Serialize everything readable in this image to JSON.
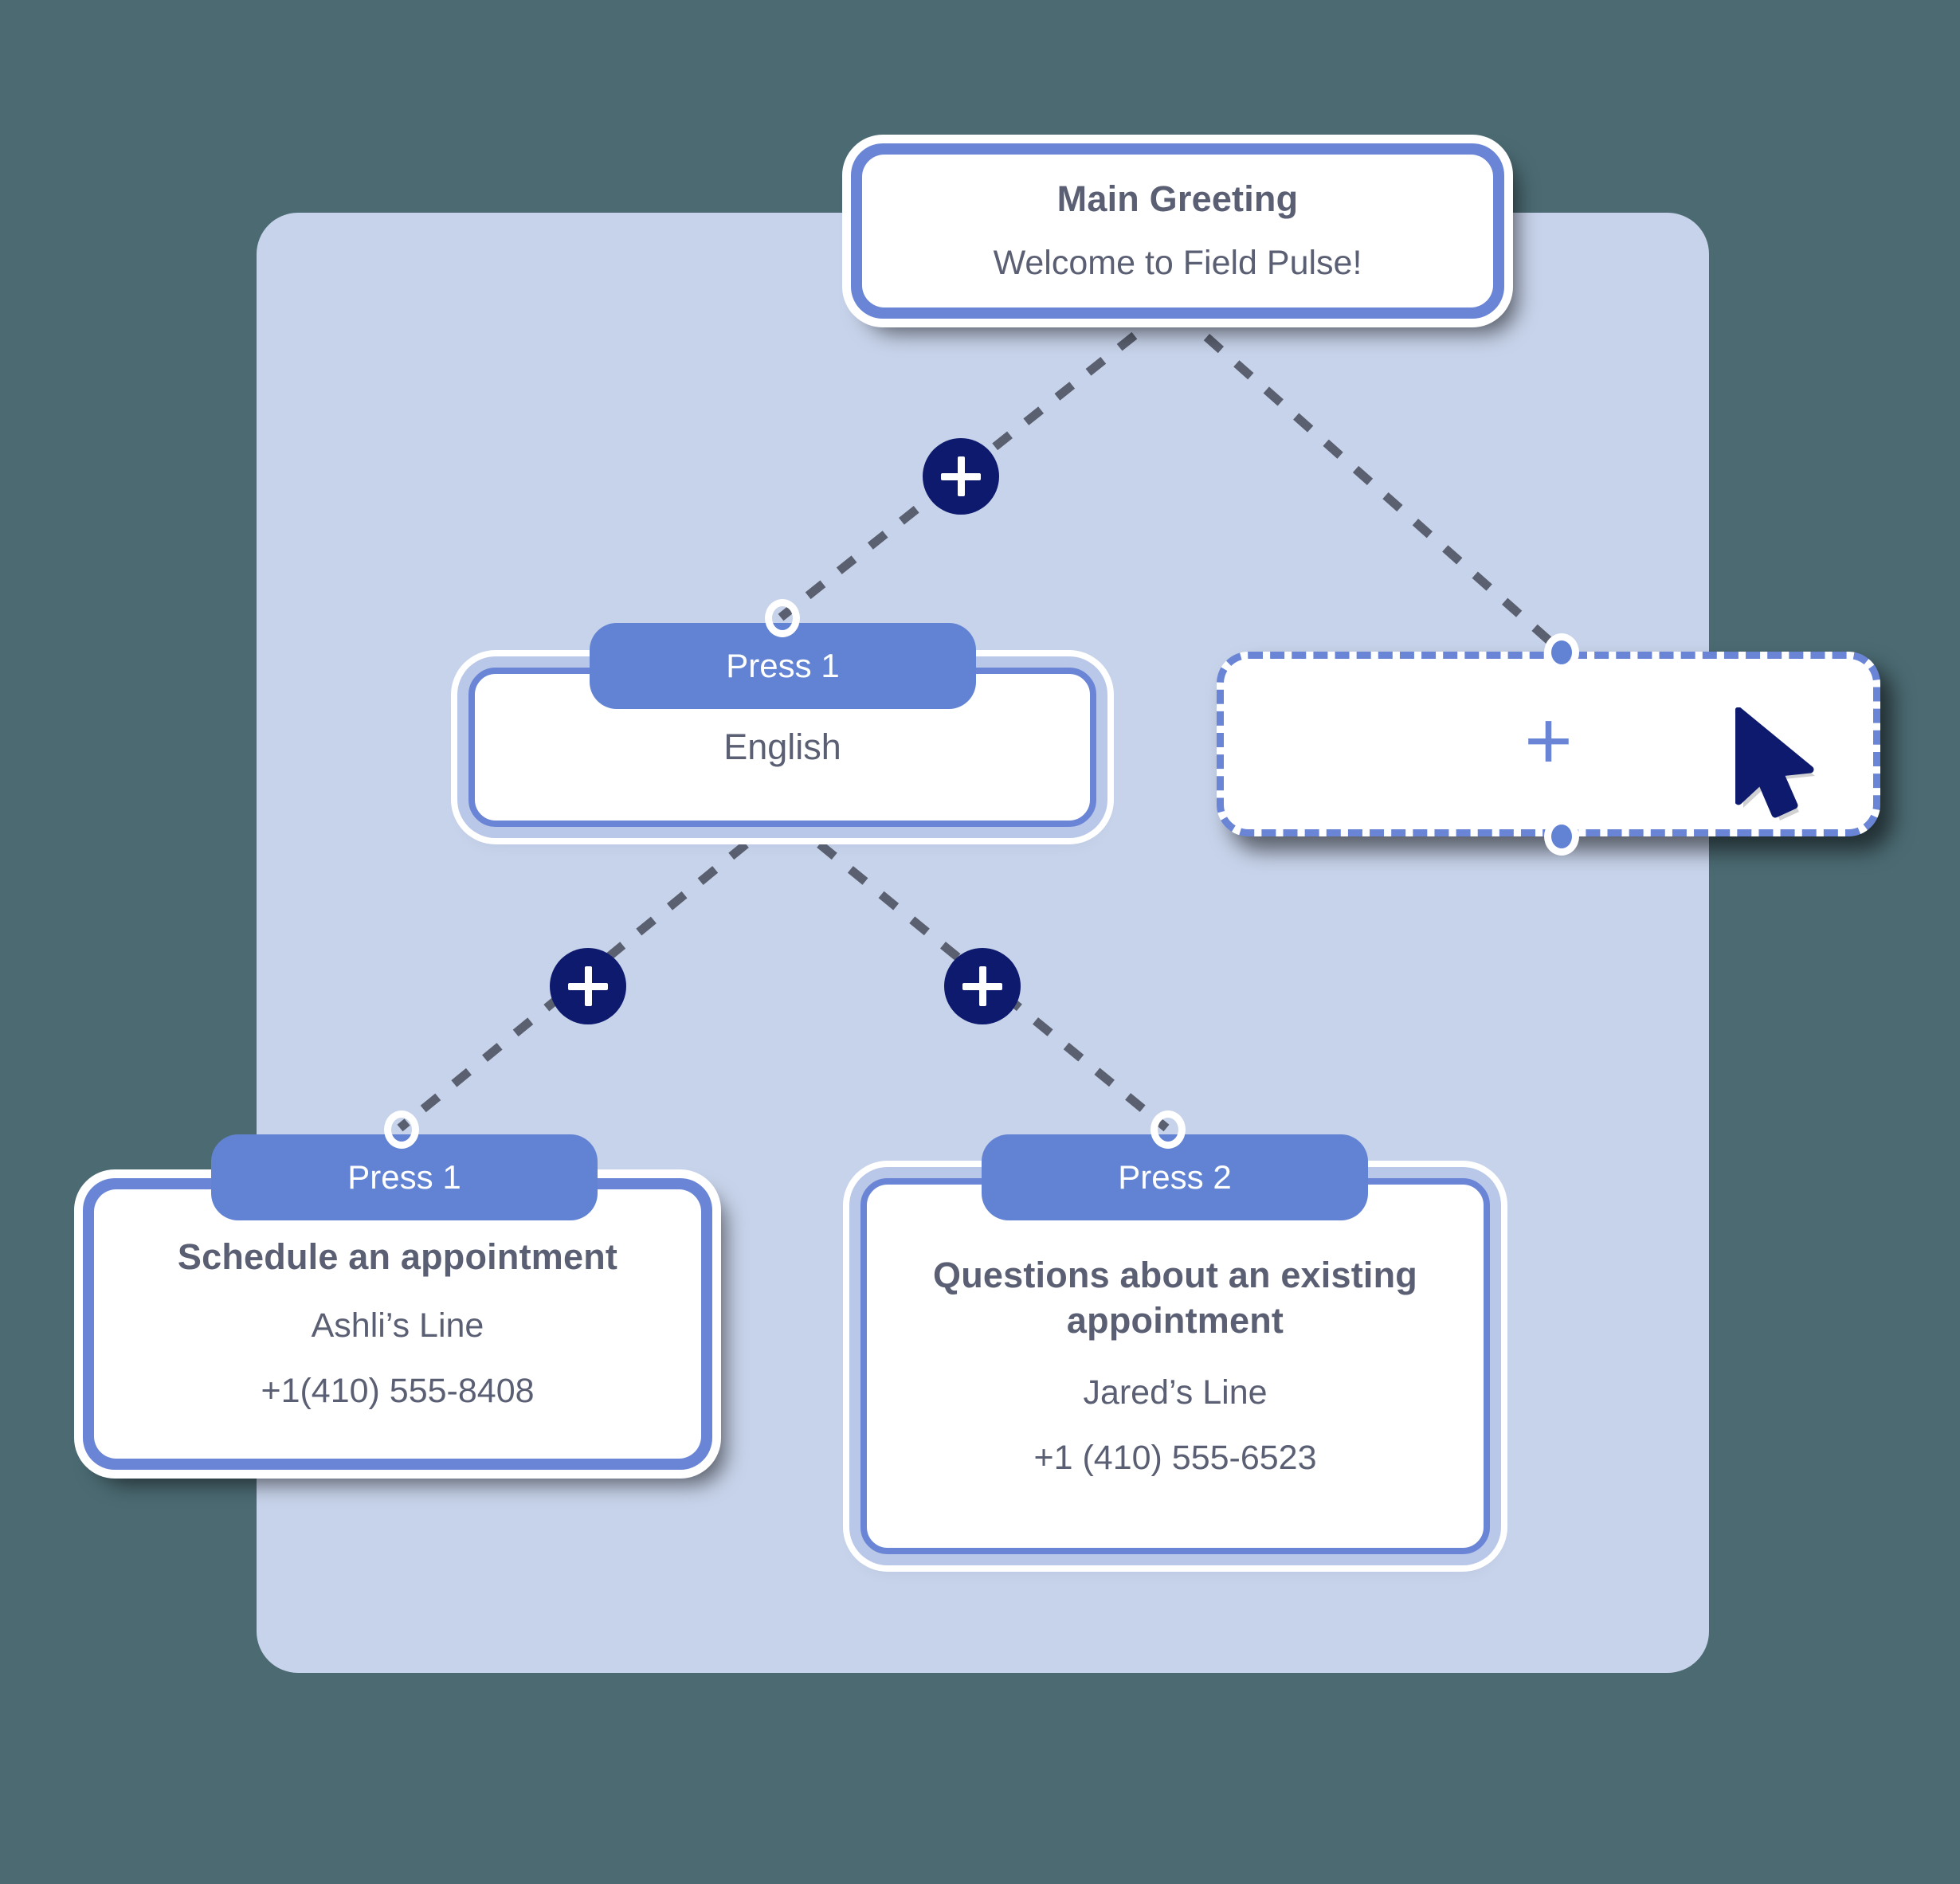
{
  "theme": {
    "page_background": "#4b6a72",
    "canvas_background": "#c7d3ea",
    "accent_blue": "#6283d4",
    "node_border_blue": "#6b85d6",
    "add_button_navy": "#0d1a6e",
    "text_slate": "#5a5f73",
    "edge_gray": "#5a6070",
    "cursor_navy": "#0d1a6e"
  },
  "flow": {
    "root": {
      "title": "Main Greeting",
      "message": "Welcome to Field Pulse!",
      "state": "selected"
    },
    "language_node": {
      "badge": "Press 1",
      "label": "English",
      "state": "normal"
    },
    "placeholder_node": {
      "icon": "plus-icon",
      "glyph": "+",
      "state": "empty-dashed-selected"
    },
    "children": [
      {
        "badge": "Press 1",
        "title": "Schedule an appointment",
        "line": "Ashli’s Line",
        "phone": "+1(410) 555-8408",
        "state": "selected"
      },
      {
        "badge": "Press 2",
        "title": "Questions about an existing appointment",
        "line": "Jared’s Line",
        "phone": "+1 (410) 555-6523",
        "state": "normal"
      }
    ],
    "add_buttons": [
      {
        "name": "add-node-root-to-language",
        "glyph": "+"
      },
      {
        "name": "add-node-language-to-press1",
        "glyph": "+"
      },
      {
        "name": "add-node-language-to-press2",
        "glyph": "+"
      }
    ]
  }
}
